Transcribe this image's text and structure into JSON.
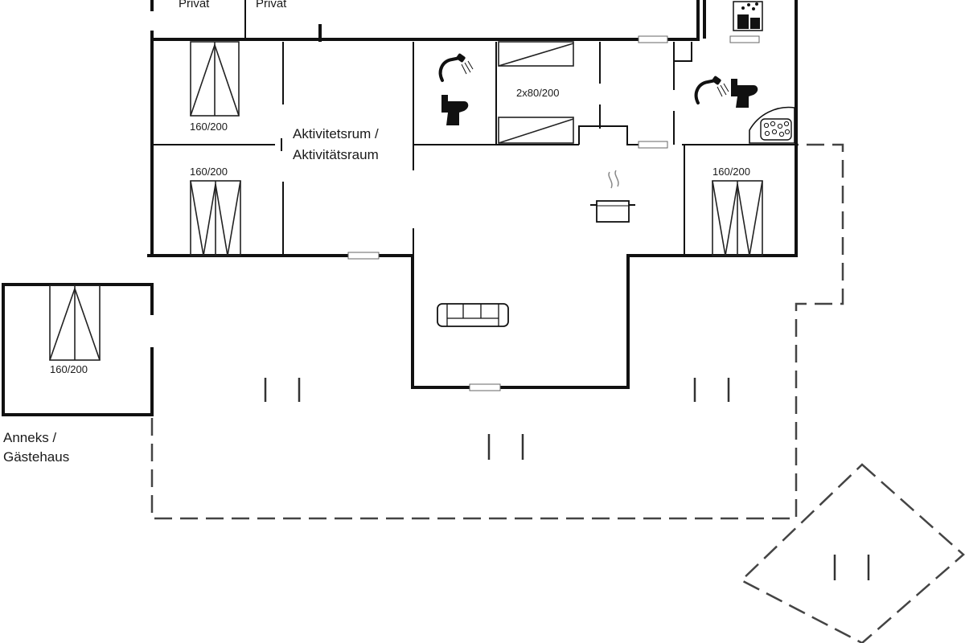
{
  "labels": {
    "privat_1": "Privat",
    "privat_2": "Privat",
    "activity_room": [
      "Aktivitetsrum /",
      "Aktivitätsraum"
    ],
    "annex": [
      "Anneks /",
      "Gästehaus"
    ]
  },
  "beds": {
    "bed_nw": "160/200",
    "bed_w": "160/200",
    "bed_bunk": "2x80/200",
    "bed_e": "160/200",
    "bed_annex": "160/200"
  },
  "icons": [
    "shower-icon",
    "toilet-icon",
    "washing-machine-icon",
    "whirlpool-icon",
    "cooking-pot-icon",
    "sofa-icon"
  ],
  "colors": {
    "walls": "#111111",
    "terrace_outline": "#444444",
    "background": "#ffffff"
  }
}
